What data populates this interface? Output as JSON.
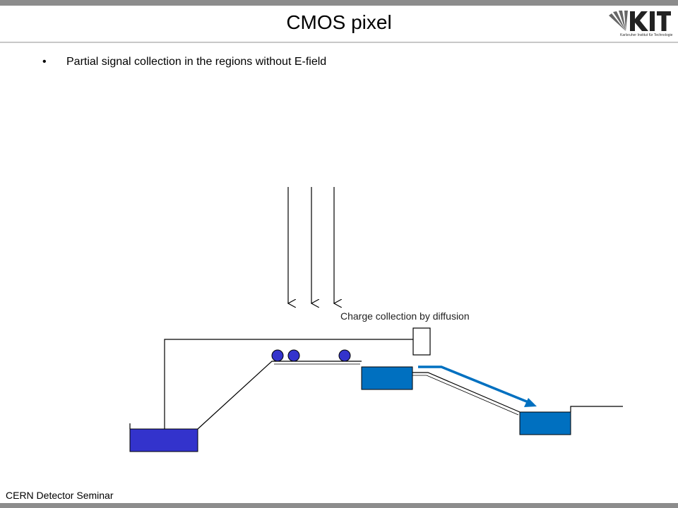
{
  "header": {
    "title": "CMOS pixel",
    "logo_text": "KIT",
    "logo_subtitle": "Karlsruher Institut für Technologie"
  },
  "bullets": [
    {
      "marker": "•",
      "text": "Partial signal collection in the regions without E-field"
    }
  ],
  "diagram": {
    "label_diffusion": "Charge collection by diffusion",
    "colors": {
      "well_left": "#3333cc",
      "well_blue": "#0070c0",
      "charge": "#3333cc",
      "arrow": "#0070c0",
      "line": "#000000"
    },
    "incoming_particle_arrows": 3,
    "charges": 3
  },
  "footer": {
    "text": "CERN Detector Seminar"
  }
}
